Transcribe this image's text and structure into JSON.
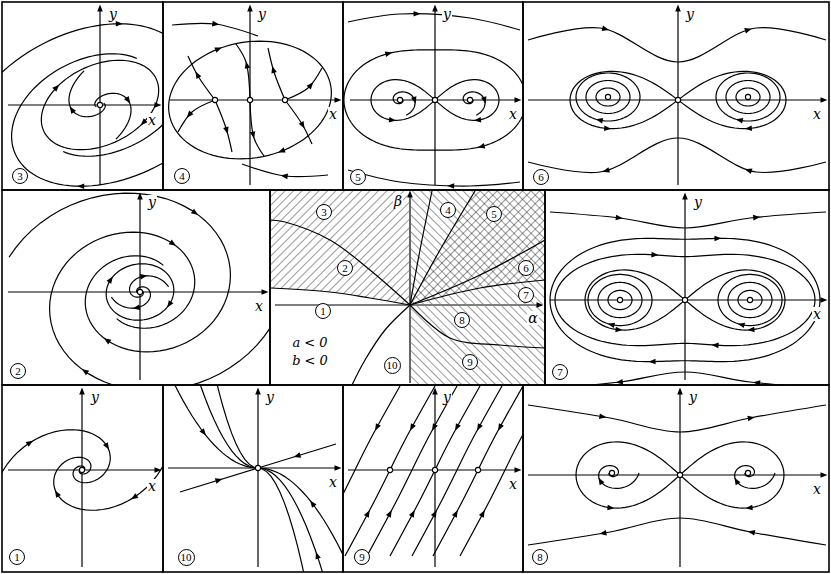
{
  "diagram": {
    "nodes": [
      {
        "text": [
          "3"
        ]
      },
      {
        "text": [
          "4"
        ]
      },
      {
        "text": [
          "5"
        ]
      },
      {
        "text": [
          "6"
        ]
      },
      {
        "text": [
          "4"
        ]
      },
      {
        "text": [
          "3"
        ]
      },
      {
        "text": [
          "5"
        ]
      },
      {
        "text": [
          "2"
        ]
      },
      {
        "text": [
          "6"
        ]
      },
      {
        "text": [
          "7"
        ]
      },
      {
        "text": [
          "1"
        ]
      },
      {
        "text": [
          "8"
        ]
      },
      {
        "text": [
          "9"
        ]
      },
      {
        "text": [
          "10"
        ]
      },
      {
        "text": [
          "2"
        ]
      },
      {
        "text": [
          "7"
        ]
      },
      {
        "text": [
          "1"
        ]
      },
      {
        "text": [
          "10"
        ]
      },
      {
        "text": [
          "9"
        ]
      },
      {
        "text": [
          "8"
        ]
      }
    ],
    "labels": [
      "y",
      "x",
      "y",
      "x",
      "y",
      "x",
      "y",
      "x",
      "y",
      "x",
      "β",
      "α",
      "a < 0",
      "b < 0",
      "y",
      "x",
      "y",
      "x",
      "y",
      "x",
      "y",
      "x",
      "y",
      "x"
    ]
  }
}
